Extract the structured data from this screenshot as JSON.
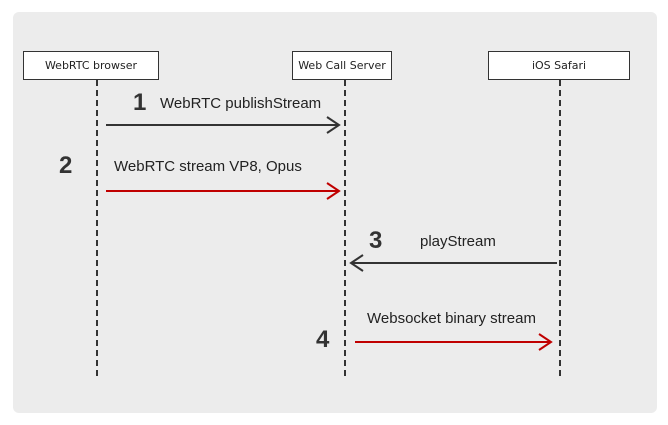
{
  "participants": [
    {
      "label": "WebRTC browser"
    },
    {
      "label": "Web Call Server"
    },
    {
      "label": "iOS Safari"
    }
  ],
  "messages": [
    {
      "number": "1",
      "label": "WebRTC publishStream",
      "color": "#222222"
    },
    {
      "number": "2",
      "label": "WebRTC stream VP8, Opus",
      "color": "#c00000"
    },
    {
      "number": "3",
      "label": "playStream",
      "color": "#222222"
    },
    {
      "number": "4",
      "label": "Websocket binary stream",
      "color": "#c00000"
    }
  ]
}
